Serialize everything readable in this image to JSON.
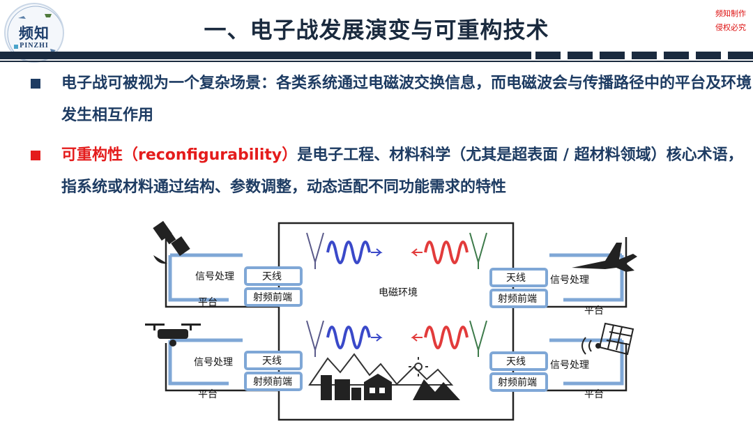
{
  "logo": {
    "text": "频知",
    "sub": "PINZHI"
  },
  "title": "一、电子战发展演变与可重构技术",
  "watermark": {
    "line1": "频知制作",
    "line2": "侵权必究"
  },
  "bullets": {
    "b1": "电子战可被视为一个复杂场景：各类系统通过电磁波交换信息，而电磁波会与传播路径中的平台及环境发生相互作用",
    "b2_highlight": "可重构性（reconfigurability）",
    "b2_rest": "是电子工程、材料科学（尤其是超表面 / 超材料领域）核心术语，指系统或材料通过结构、参数调整，动态适配不同功能需求的特性"
  },
  "diagram": {
    "center_label": "电磁环境",
    "platform": "平台",
    "signal_processing": "信号处理",
    "antenna": "天线",
    "rf_frontend": "射频前端",
    "colors": {
      "wave_blue": "#3a49c9",
      "wave_red": "#e23b3b",
      "frame": "#222222",
      "link": "#7fa7d6"
    }
  }
}
